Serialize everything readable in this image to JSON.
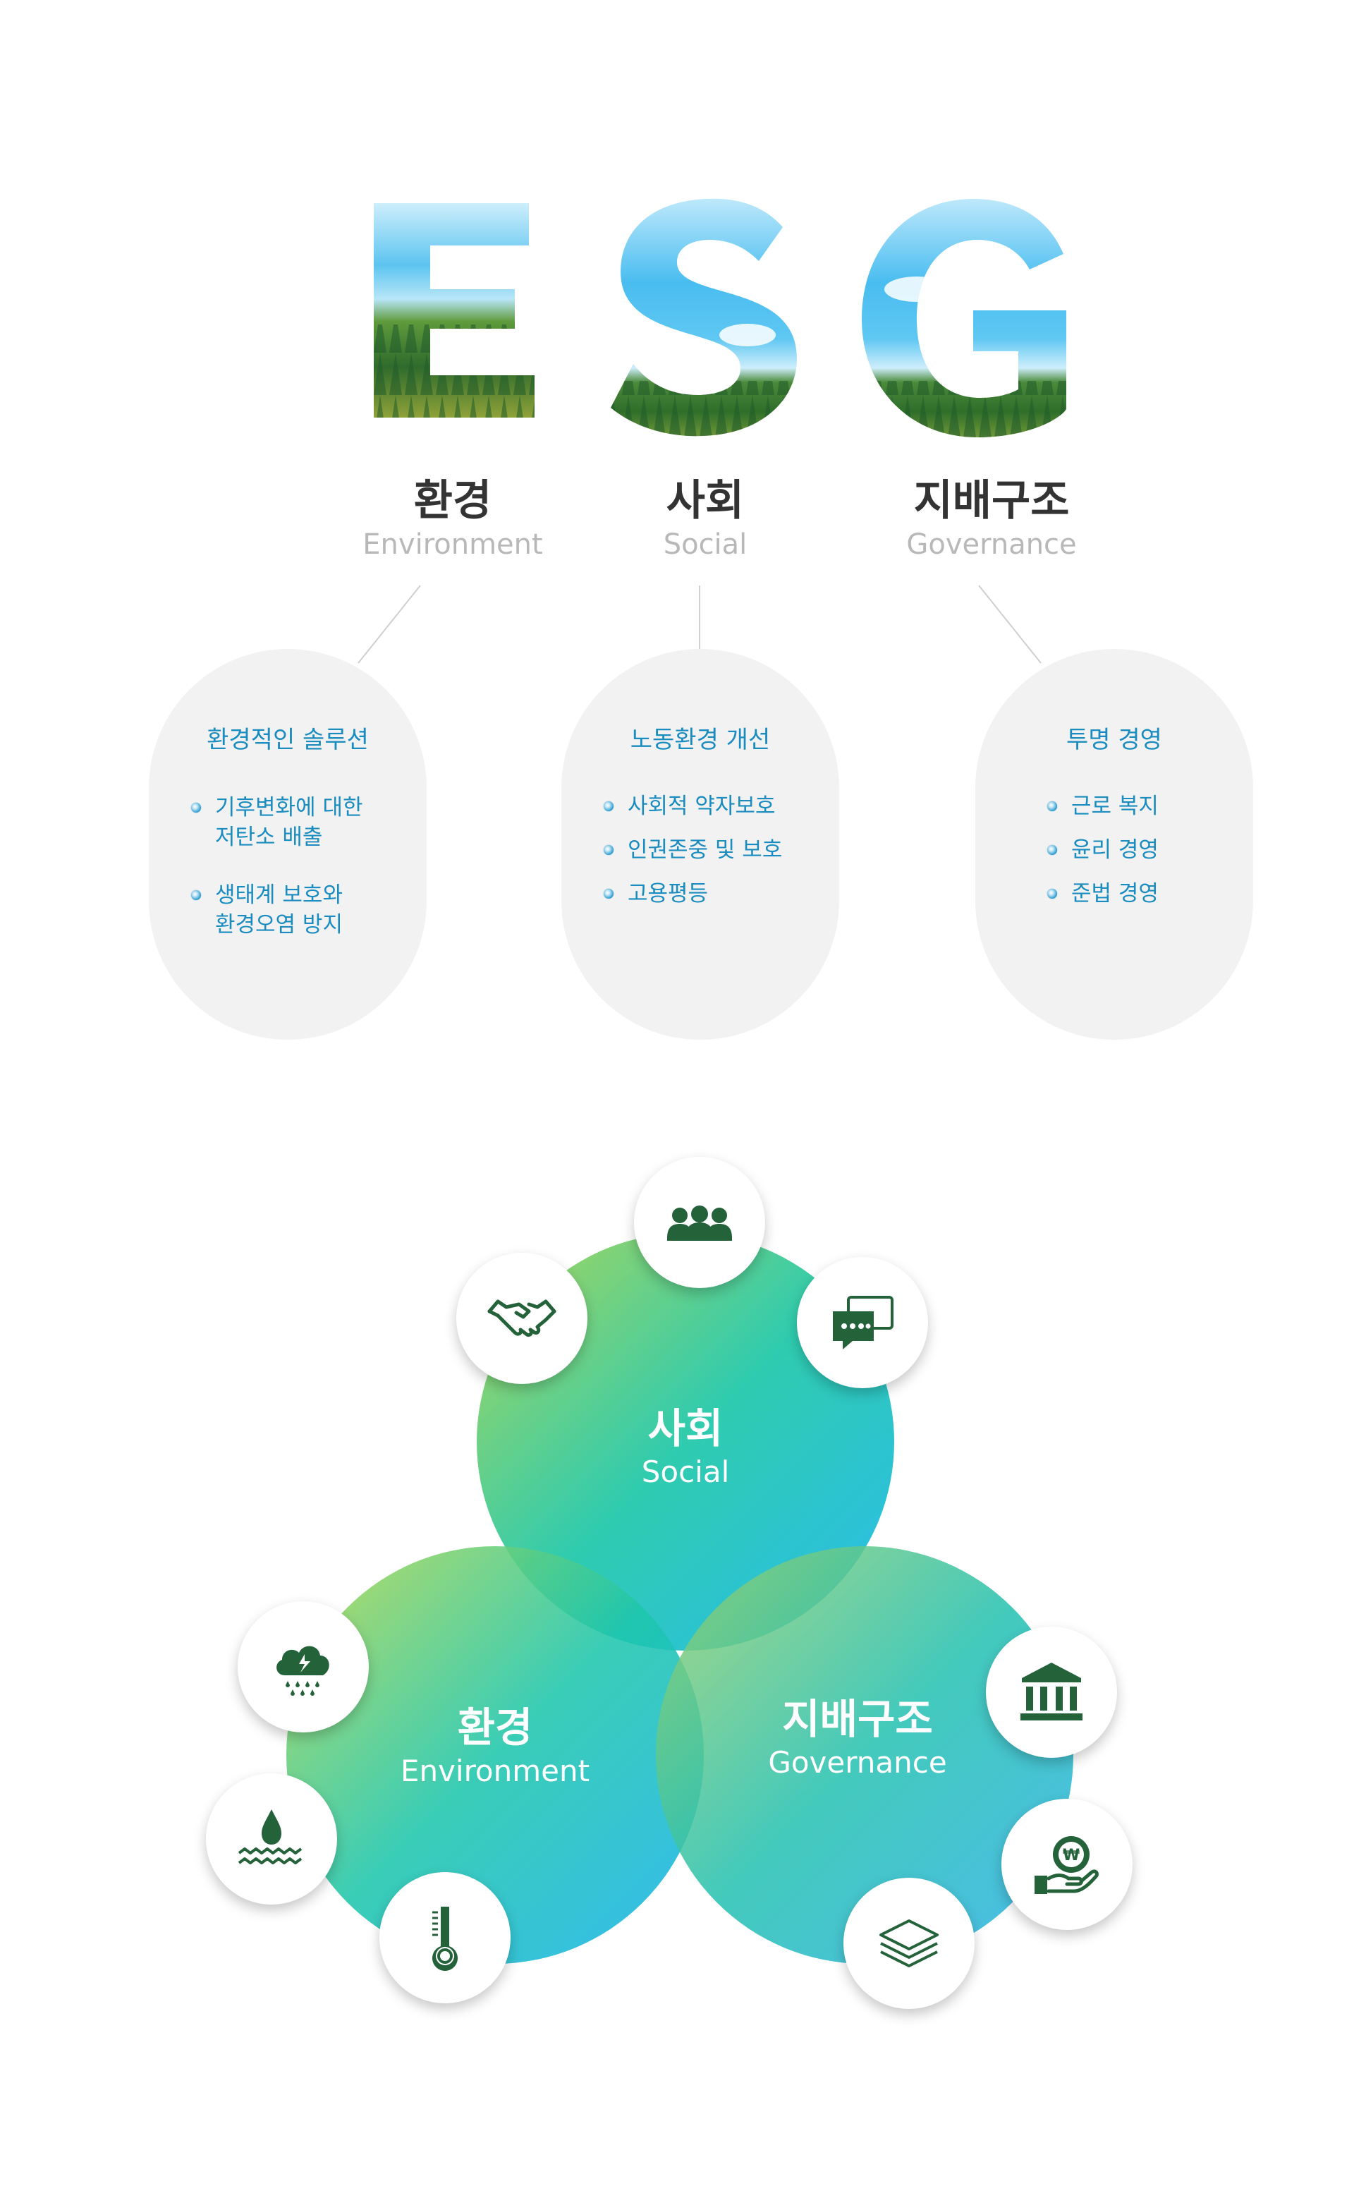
{
  "esg_letters": [
    "E",
    "S",
    "G"
  ],
  "pillars": [
    {
      "ko": "환경",
      "en": "Environment"
    },
    {
      "ko": "사회",
      "en": "Social"
    },
    {
      "ko": "지배구조",
      "en": "Governance"
    }
  ],
  "capsules": [
    {
      "title": "환경적인 솔루션",
      "items": [
        "기후변화에 대한\n저탄소 배출",
        "생태계 보호와\n환경오염 방지"
      ]
    },
    {
      "title": "노동환경 개선",
      "items": [
        "사회적 약자보호",
        "인권존중 및 보호",
        "고용평등"
      ]
    },
    {
      "title": "투명 경영",
      "items": [
        "근로 복지",
        "윤리 경영",
        "준법 경영"
      ]
    }
  ],
  "venn": {
    "social": {
      "ko": "사회",
      "en": "Social"
    },
    "environment": {
      "ko": "환경",
      "en": "Environment"
    },
    "governance": {
      "ko": "지배구조",
      "en": "Governance"
    }
  },
  "colors": {
    "icon": "#24623a",
    "capsule_text": "#1a8cbf",
    "capsule_bg": "#f2f2f2",
    "gradient_green": "#a6d34a",
    "gradient_teal": "#1dc7b0",
    "gradient_blue": "#17b6ec"
  },
  "icons": {
    "social": [
      "people-group-icon",
      "handshake-icon",
      "chat-bubbles-icon"
    ],
    "environment": [
      "storm-cloud-icon",
      "water-drop-waves-icon",
      "thermometer-icon"
    ],
    "governance": [
      "bank-building-icon",
      "coin-hand-icon",
      "layers-icon"
    ]
  }
}
